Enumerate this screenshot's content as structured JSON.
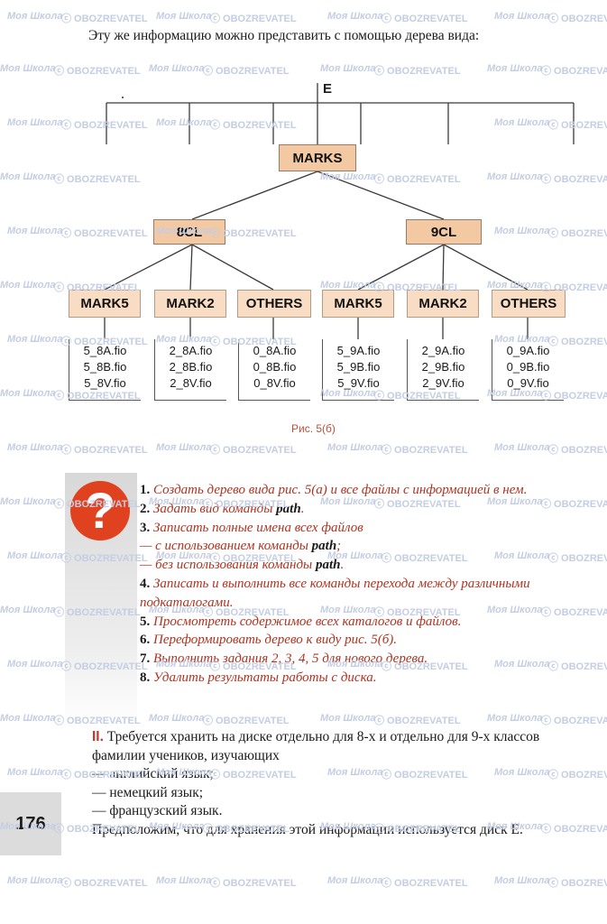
{
  "intro_text": "Эту же информацию можно представить с помощью дерева вида:",
  "tree": {
    "root_drive": "E",
    "top_dot": ".",
    "root": "MARKS",
    "classes": [
      "8CL",
      "9CL"
    ],
    "subfolders": [
      "MARK5",
      "MARK2",
      "OTHERS",
      "MARK5",
      "MARK2",
      "OTHERS"
    ],
    "files": [
      [
        "5_8A.fio",
        "5_8B.fio",
        "5_8V.fio"
      ],
      [
        "2_8A.fio",
        "2_8B.fio",
        "2_8V.fio"
      ],
      [
        "0_8A.fio",
        "0_8B.fio",
        "0_8V.fio"
      ],
      [
        "5_9A.fio",
        "5_9B.fio",
        "5_9V.fio"
      ],
      [
        "2_9A.fio",
        "2_9B.fio",
        "2_9V.fio"
      ],
      [
        "0_9A.fio",
        "0_9B.fio",
        "0_9V.fio"
      ]
    ]
  },
  "caption": "Рис. 5(б)",
  "question_icon": "?",
  "tasks": [
    {
      "num": "1.",
      "text": "Создать дерево вида рис. 5(а) и все файлы с информацией в нем."
    },
    {
      "num": "2.",
      "text": "Задать вид команды ",
      "cmd": "path",
      "after": "."
    },
    {
      "num": "3.",
      "text": "Записать полные имена всех файлов"
    },
    {
      "num": "",
      "text": "— с использованием команды ",
      "cmd": "path",
      "after": ";"
    },
    {
      "num": "",
      "text": "— без использования команды ",
      "cmd": "path",
      "after": "."
    },
    {
      "num": "4.",
      "text": "Записать и выполнить все команды перехода между различными подкаталогами."
    },
    {
      "num": "5.",
      "text": "Просмотреть содержимое всех каталогов и файлов."
    },
    {
      "num": "6.",
      "text": "Переформировать дерево к виду рис. 5(б)."
    },
    {
      "num": "7.",
      "text": "Выполнить задания 2, 3, 4, 5 для нового дерева."
    },
    {
      "num": "8.",
      "text": "Удалить результаты работы с диска."
    }
  ],
  "section2": {
    "num": "II.",
    "text": "Требуется хранить на диске отдельно для 8-х и отдельно для 9-х классов фамилии учеников, изучающих"
  },
  "languages": [
    "— английский язык;",
    "— немецкий язык;",
    "— французский язык."
  ],
  "page_number": "176",
  "outro": "Предположим, что для хранения этой информации используется диск Е.",
  "watermarks": {
    "left": "Моя Школа",
    "right": "OBOZREVATEL"
  }
}
